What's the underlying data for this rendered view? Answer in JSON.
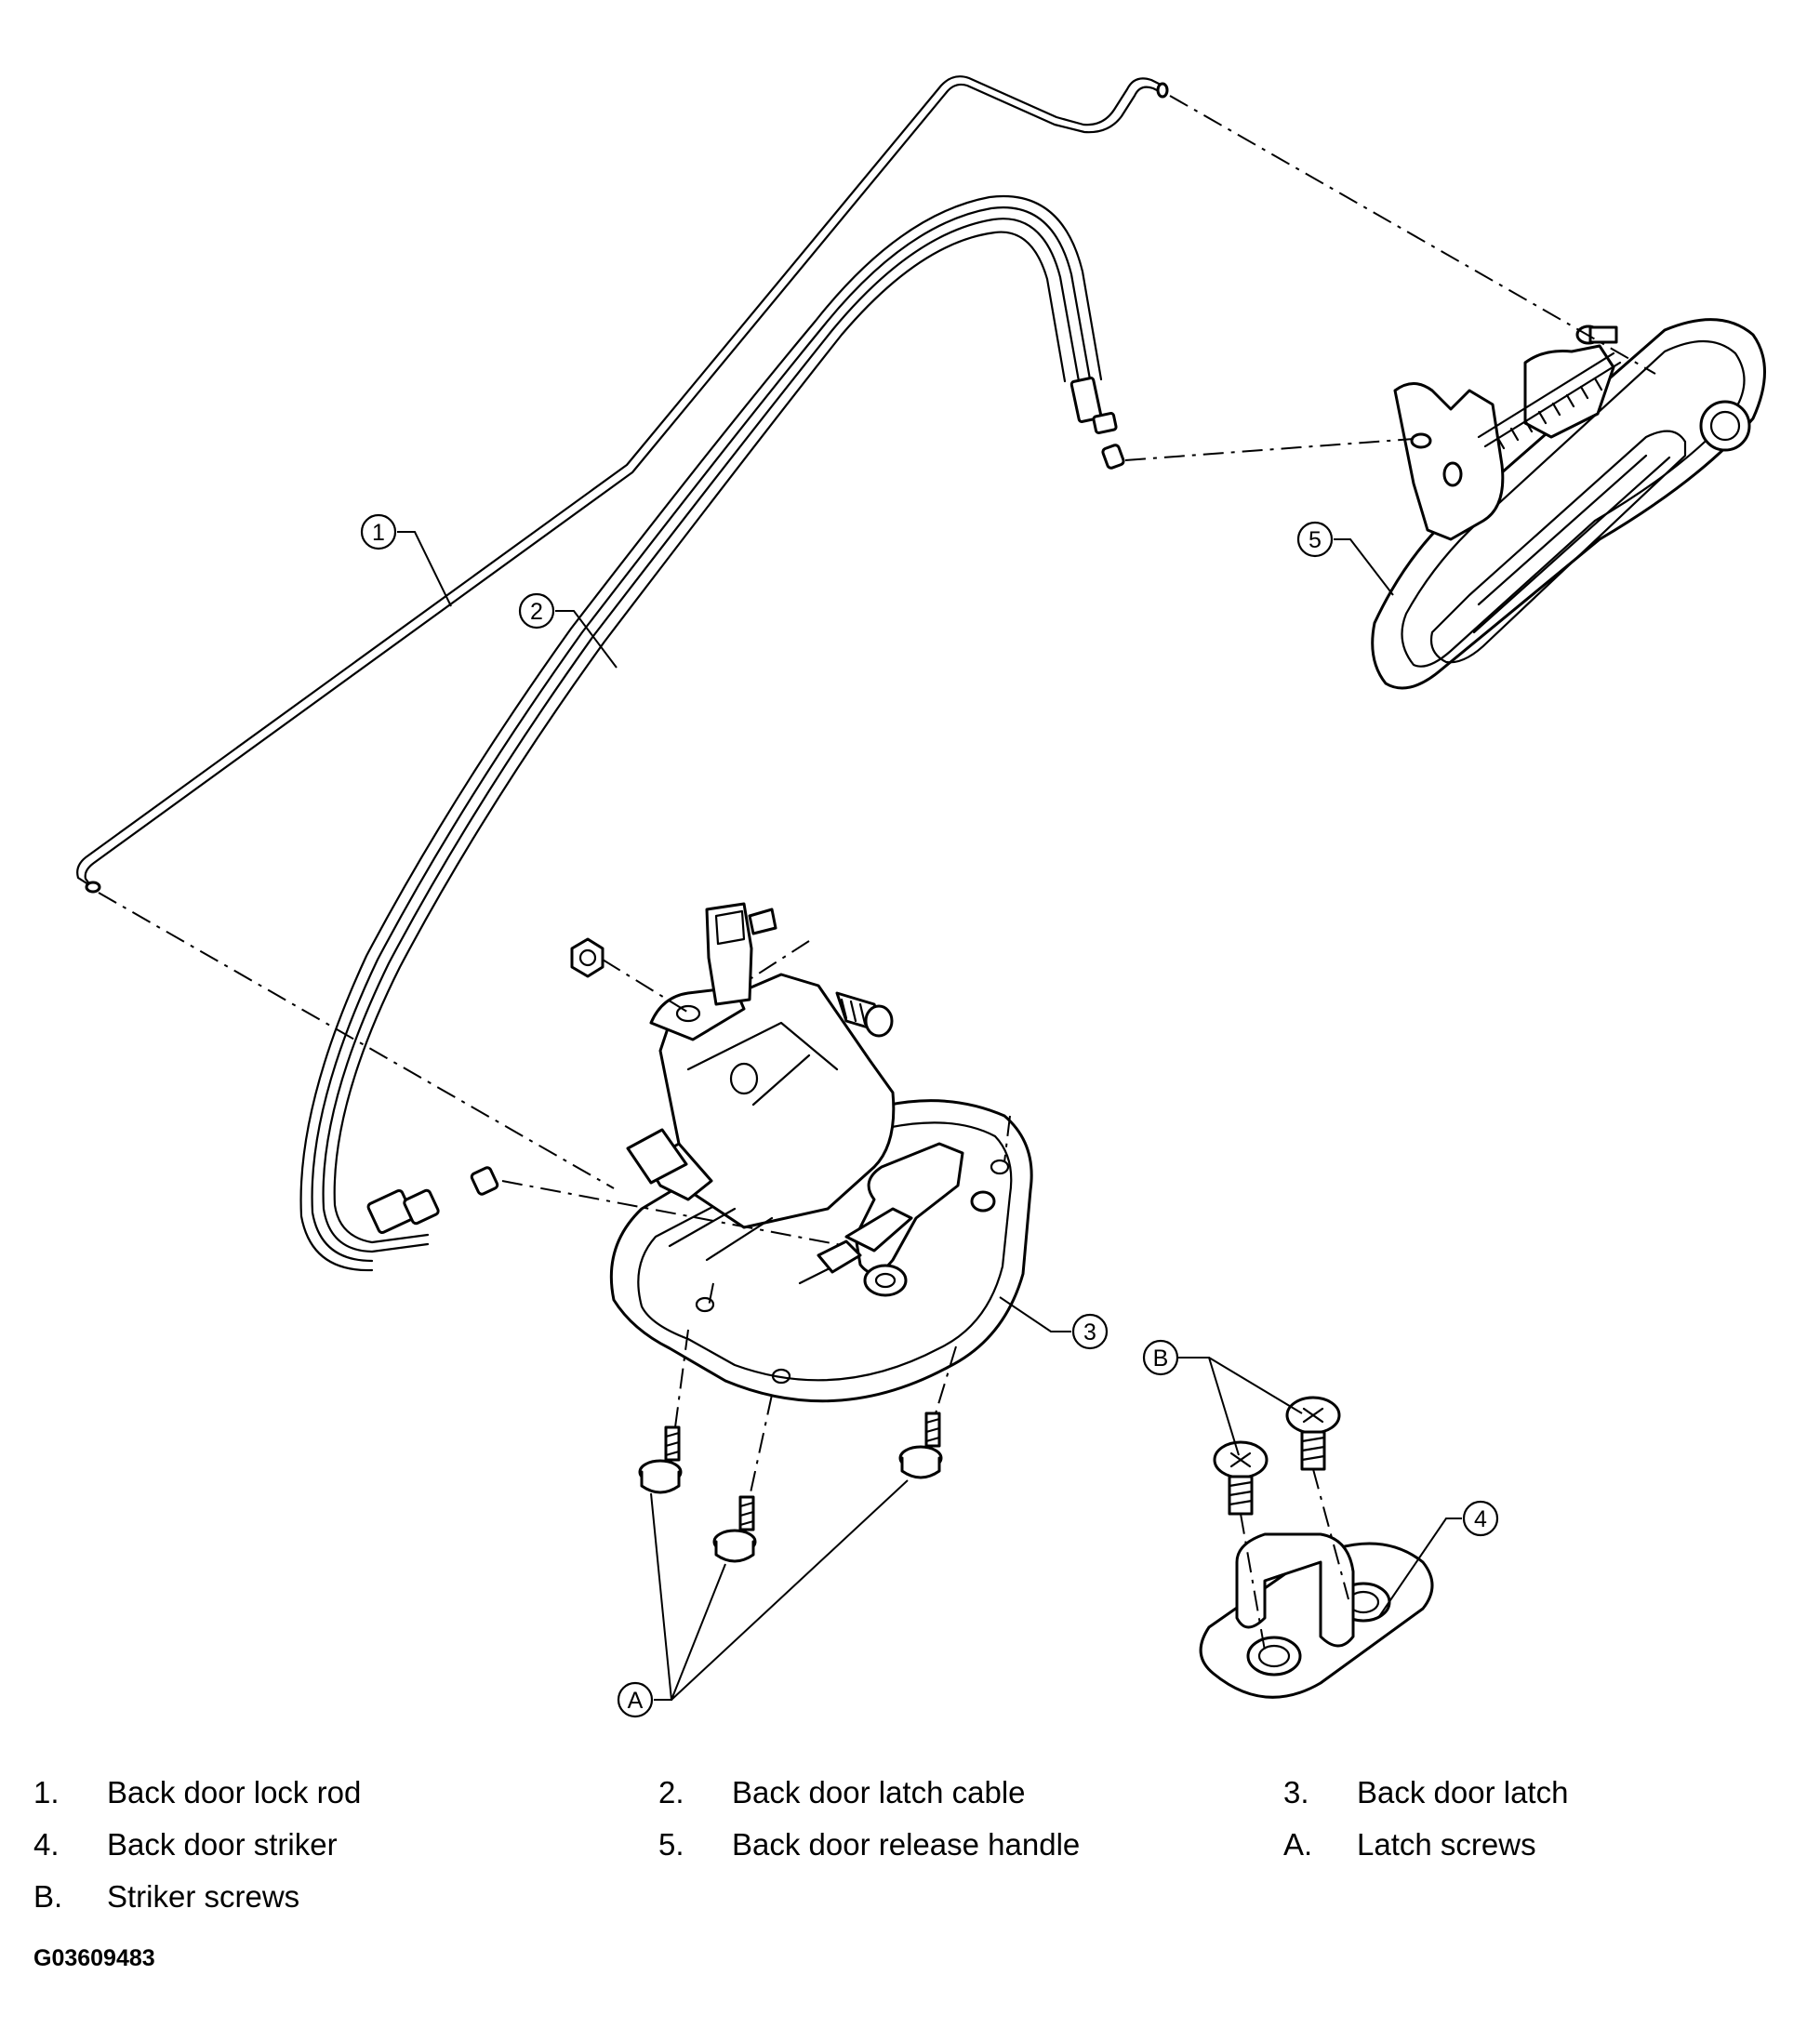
{
  "diagram": {
    "callouts": {
      "c1": "1",
      "c2": "2",
      "c3": "3",
      "c4": "4",
      "c5": "5",
      "cA": "A",
      "cB": "B"
    }
  },
  "legend": {
    "items": [
      {
        "num": "1.",
        "text": "Back door lock rod"
      },
      {
        "num": "2.",
        "text": "Back door latch cable"
      },
      {
        "num": "3.",
        "text": "Back door latch"
      },
      {
        "num": "4.",
        "text": "Back door striker"
      },
      {
        "num": "5.",
        "text": "Back door release handle"
      },
      {
        "num": "A.",
        "text": "Latch screws"
      },
      {
        "num": "B.",
        "text": "Striker screws"
      }
    ]
  },
  "figure_id": "G03609483"
}
